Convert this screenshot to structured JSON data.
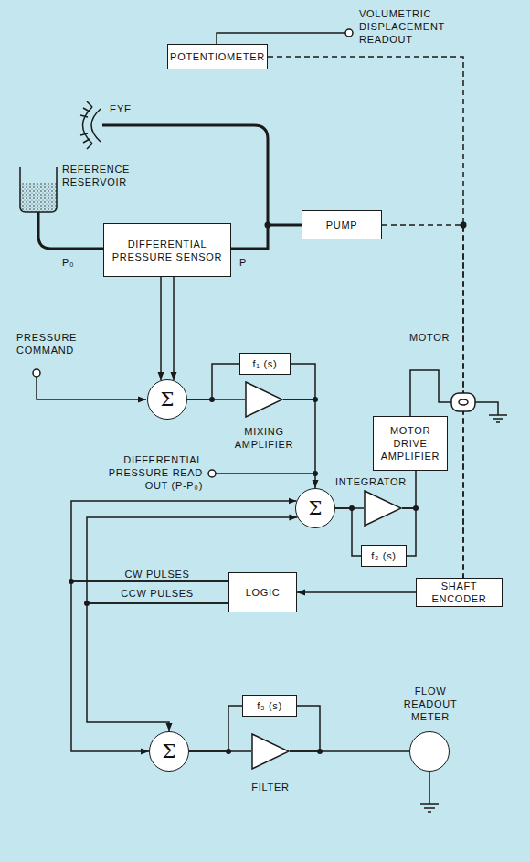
{
  "diagram": {
    "nodes": [
      {
        "text": [
          "POTENTIOMETER"
        ]
      },
      {
        "text": [
          "PUMP"
        ]
      },
      {
        "text": [
          "DIFFERENTIAL PRESSURE SENSOR"
        ]
      },
      {
        "text": [
          "Σ"
        ]
      },
      {
        "text": [
          "f₁ (s)"
        ]
      },
      {
        "text": [
          "MIXING AMPLIFIER"
        ]
      },
      {
        "text": [
          "MOTOR DRIVE AMPLIFIER"
        ]
      },
      {
        "text": [
          "Σ"
        ]
      },
      {
        "text": [
          "INTEGRATOR"
        ]
      },
      {
        "text": [
          "f₂ (s)"
        ]
      },
      {
        "text": [
          "LOGIC"
        ]
      },
      {
        "text": [
          "SHAFT ENCODER"
        ]
      },
      {
        "text": [
          "Σ"
        ]
      },
      {
        "text": [
          "f₃ (s)"
        ]
      },
      {
        "text": [
          "FILTER"
        ]
      },
      {
        "text": [
          "FLOW READOUT METER"
        ]
      }
    ],
    "edges": [
      {
        "from": 2,
        "to": 3,
        "arrow": "to"
      },
      {
        "from": 2,
        "to": 3,
        "arrow": "to"
      },
      {
        "from": 2,
        "to": 1,
        "arrow": "none"
      },
      {
        "from": 0,
        "to": 11,
        "arrow": "none"
      },
      {
        "from": 1,
        "to": 11,
        "arrow": "none"
      },
      {
        "from": 3,
        "to": 5,
        "arrow": "none"
      },
      {
        "from": 3,
        "to": 4,
        "arrow": "none"
      },
      {
        "from": 4,
        "to": 5,
        "arrow": "none"
      },
      {
        "from": 5,
        "to": 7,
        "arrow": "to"
      },
      {
        "from": 7,
        "to": 8,
        "arrow": "none"
      },
      {
        "from": 7,
        "to": 9,
        "arrow": "none"
      },
      {
        "from": 9,
        "to": 8,
        "arrow": "none"
      },
      {
        "from": 8,
        "to": 6,
        "arrow": "none"
      },
      {
        "from": 11,
        "to": 10,
        "arrow": "to"
      },
      {
        "from": 10,
        "to": 7,
        "label": "CW PULSES",
        "arrow": "to"
      },
      {
        "from": 10,
        "to": 7,
        "label": "CCW PULSES",
        "arrow": "to"
      },
      {
        "from": 10,
        "to": 12,
        "arrow": "to"
      },
      {
        "from": 10,
        "to": 12,
        "arrow": "to"
      },
      {
        "from": 12,
        "to": 14,
        "arrow": "none"
      },
      {
        "from": 12,
        "to": 13,
        "arrow": "none"
      },
      {
        "from": 13,
        "to": 14,
        "arrow": "none"
      },
      {
        "from": 14,
        "to": 15,
        "arrow": "none"
      }
    ],
    "labels": [
      "VOLUMETRIC DISPLACEMENT READOUT",
      "EYE",
      "REFERENCE RESERVOIR",
      "P₀",
      "P",
      "PRESSURE COMMAND",
      "DIFFERENTIAL PRESSURE READ OUT (P-P₀)",
      "MOTOR"
    ]
  }
}
